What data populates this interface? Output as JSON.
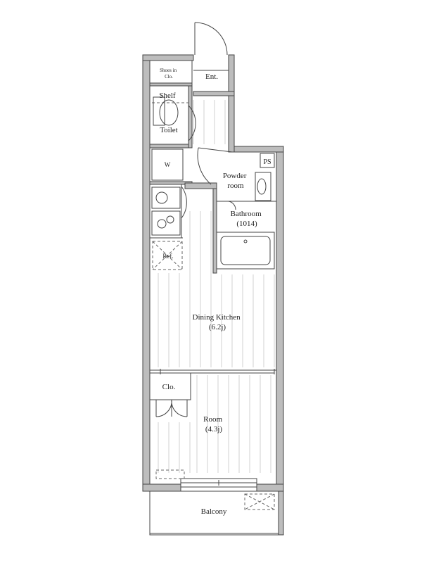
{
  "rooms": {
    "shoes_closet": [
      "Shoes in",
      "Clo."
    ],
    "entrance": "Ent.",
    "shelf": "Shelf",
    "toilet": "Toilet",
    "washer": "W",
    "pipe_space": "PS",
    "powder_room": [
      "Powder",
      "room"
    ],
    "bathroom": [
      "Bathroom",
      "(1014)"
    ],
    "refrigerator": "Ref.",
    "dining_kitchen": [
      "Dining  Kitchen",
      "(6.2j)"
    ],
    "closet": "Clo.",
    "room": [
      "Room",
      "(4.3j)"
    ],
    "balcony": "Balcony"
  }
}
